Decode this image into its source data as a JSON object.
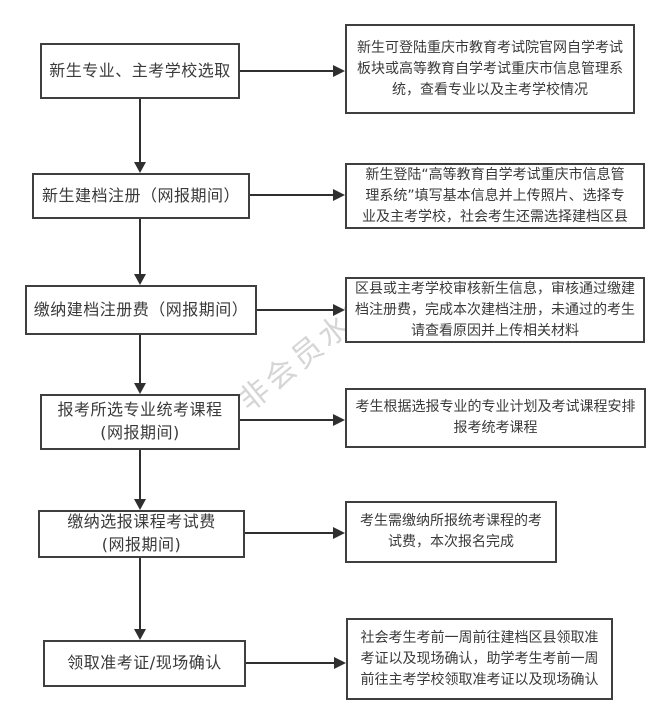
{
  "colors": {
    "background": "#ffffff",
    "box_border": "#3f3f3f",
    "text": "#3a3a3a",
    "arrow": "#2f2f2f",
    "watermark": "#b9b9b9"
  },
  "watermark": {
    "text": "非会员水印"
  },
  "flow": {
    "rows": [
      {
        "step": "新生专业、主考学校选取",
        "desc": "新生可登陆重庆市教育考试院官网自学考试\n板块或高等教育自学考试重庆市信息管理系\n统，查看专业以及主考学校情况"
      },
      {
        "step": "新生建档注册（网报期间）",
        "desc": "新生登陆“高等教育自学考试重庆市信息管\n理系统”填写基本信息并上传照片、选择专\n业及主考学校，社会考生还需选择建档区县"
      },
      {
        "step": "缴纳建档注册费（网报期间）",
        "desc": "区县或主考学校审核新生信息，审核通过缴建\n档注册费，完成本次建档注册，未通过的考生\n请查看原因并上传相关材料"
      },
      {
        "step": "报考所选专业统考课程\n(网报期间)",
        "desc": "考生根据选报专业的专业计划及考试课程安排\n报考统考课程"
      },
      {
        "step": "缴纳选报课程考试费\n(网报期间)",
        "desc": "考生需缴纳所报统考课程的考\n试费，本次报名完成"
      },
      {
        "step": "领取准考证/现场确认",
        "desc": "社会考生考前一周前往建档区县领取准\n考证以及现场确认，助学考生考前一周\n前往主考学校领取准考证以及现场确认"
      }
    ]
  }
}
